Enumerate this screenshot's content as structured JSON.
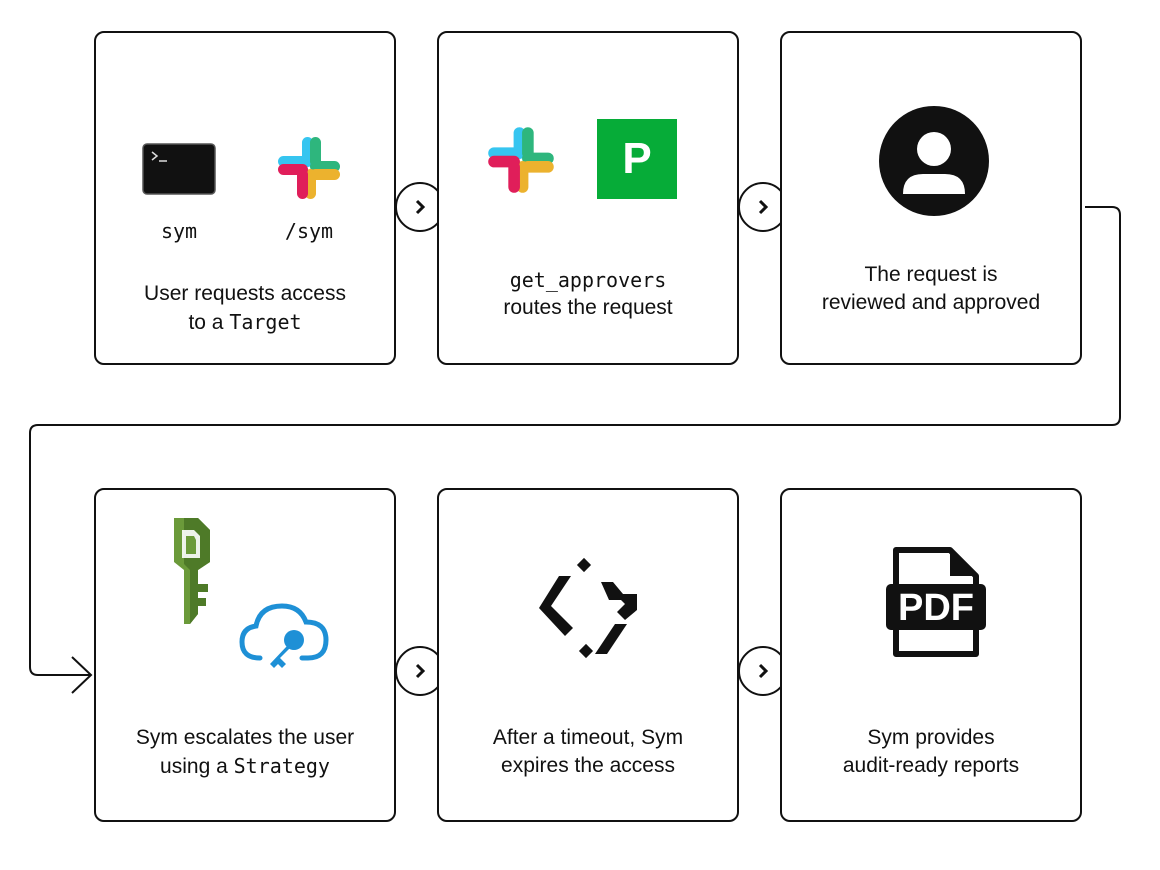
{
  "steps": [
    {
      "icons": [
        "terminal-icon",
        "slack-icon"
      ],
      "icon_labels": [
        "sym",
        "/sym"
      ],
      "caption_line1": "User requests access",
      "caption_line2_prefix": "to a ",
      "caption_line2_code": "Target"
    },
    {
      "icons": [
        "slack-icon",
        "pagerduty-icon"
      ],
      "caption_line1_code": "get_approvers",
      "caption_line2": "routes the request"
    },
    {
      "icons": [
        "user-avatar-icon"
      ],
      "caption_line1": "The request is",
      "caption_line2": "reviewed and approved"
    },
    {
      "icons": [
        "aws-kms-key-icon",
        "azure-key-vault-icon"
      ],
      "caption_line1": "Sym escalates the user",
      "caption_line2_prefix": "using a ",
      "caption_line2_code": "Strategy"
    },
    {
      "icons": [
        "sym-logo-icon"
      ],
      "caption_line1": "After a timeout, Sym",
      "caption_line2": "expires the access"
    },
    {
      "icons": [
        "pdf-document-icon"
      ],
      "caption_line1": "Sym provides",
      "caption_line2": "audit-ready reports"
    }
  ],
  "pdf_icon_text": "PDF",
  "pagerduty_letter": "P",
  "colors": {
    "line": "#111111",
    "slack_blue": "#36C5F0",
    "slack_green": "#2EB67D",
    "slack_yellow": "#ECB22E",
    "slack_red": "#E01E5A",
    "pagerduty_green": "#06AC38",
    "aws_green": "#6B9A3A",
    "azure_blue": "#1E90D6"
  }
}
